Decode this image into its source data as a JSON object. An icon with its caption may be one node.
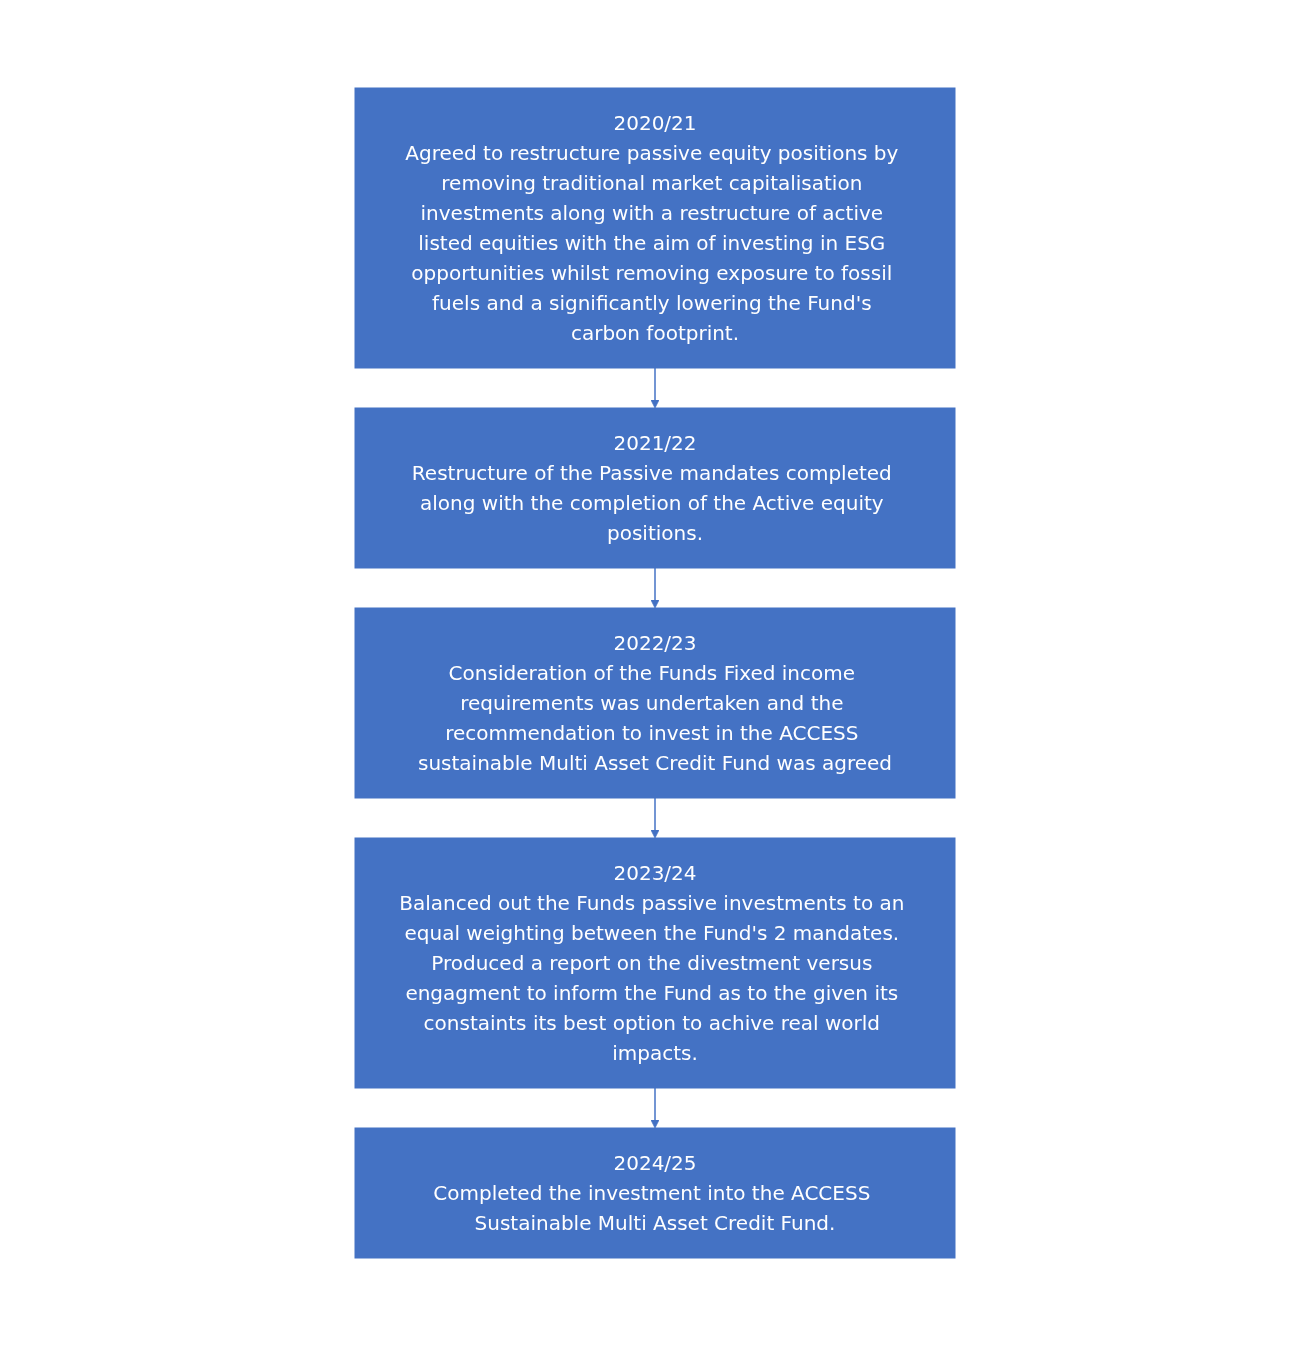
{
  "diagram": {
    "nodes": [
      {
        "text": [
          "2020/21",
          "Agreed to restructure passive equity positions by removing traditional market capitalisation investments along with a restructure of active listed equities with the aim of investing in ESG opportunities whilst removing exposure to fossil fuels and a significantly lowering the Fund's carbon footprint."
        ]
      },
      {
        "text": [
          "2021/22",
          "Restructure of the Passive mandates completed along with the completion of the Active equity positions."
        ]
      },
      {
        "text": [
          "2022/23",
          "Consideration of the Funds Fixed income requirements was undertaken and the recommendation to invest in the ACCESS sustainable Multi Asset Credit Fund was agreed"
        ]
      },
      {
        "text": [
          "2023/24",
          "Balanced out the Funds passive investments to an equal weighting between the Fund's 2 mandates. Produced a report on the divestment versus engagment to inform the Fund as to the given its constaints its best option to achive real world impacts."
        ]
      },
      {
        "text": [
          "2024/25",
          "Completed the investment into the ACCESS Sustainable Multi Asset Credit Fund."
        ]
      }
    ],
    "edges": [
      {
        "from": 0,
        "to": 1,
        "arrow": "to"
      },
      {
        "from": 1,
        "to": 2,
        "arrow": "to"
      },
      {
        "from": 2,
        "to": 3,
        "arrow": "to"
      },
      {
        "from": 3,
        "to": 4,
        "arrow": "to"
      }
    ]
  }
}
